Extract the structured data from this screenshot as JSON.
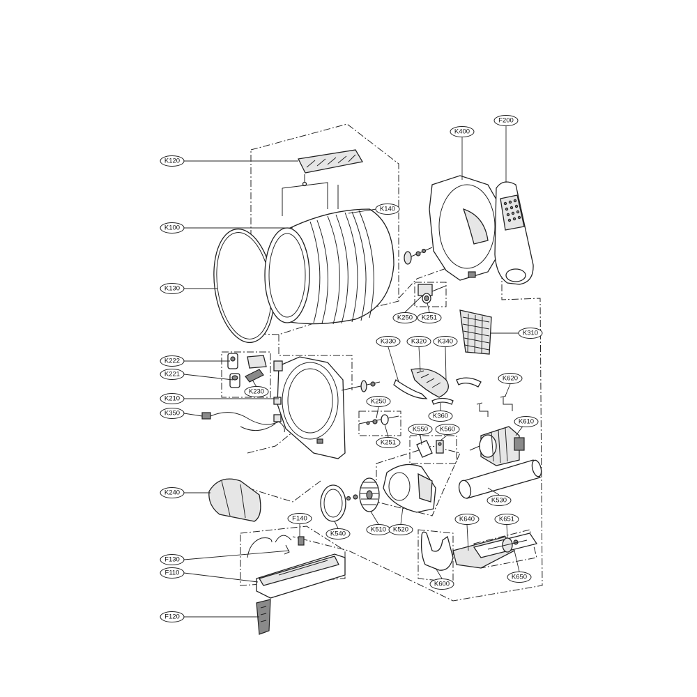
{
  "labels": {
    "K120": "K120",
    "K100": "K100",
    "K130": "K130",
    "K140": "K140",
    "K400": "K400",
    "F200": "F200",
    "K250a": "K250",
    "K251a": "K251",
    "K310": "K310",
    "K222": "K222",
    "K221": "K221",
    "K230": "K230",
    "K210": "K210",
    "K350": "K350",
    "K330": "K330",
    "K320": "K320",
    "K340": "K340",
    "K250b": "K250",
    "K251b": "K251",
    "K360": "K360",
    "K620": "K620",
    "K610": "K610",
    "K550": "K550",
    "K560": "K560",
    "K240": "K240",
    "K530": "K530",
    "K540": "K540",
    "K510": "K510",
    "K520": "K520",
    "K640": "K640",
    "K651": "K651",
    "F140": "F140",
    "F130": "F130",
    "F110": "F110",
    "K600": "K600",
    "K650": "K650",
    "F120": "F120"
  }
}
